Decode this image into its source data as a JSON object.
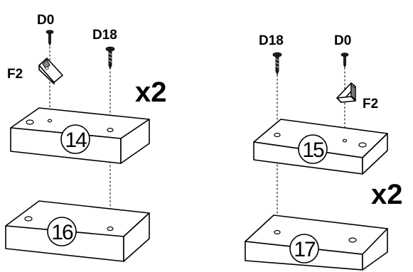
{
  "left_group": {
    "screw_small_label": "D0",
    "screw_long_label": "D18",
    "bracket_label": "F2",
    "multiplier": "x2",
    "top_board_number": "14",
    "bottom_board_number": "16"
  },
  "right_group": {
    "screw_small_label": "D0",
    "screw_long_label": "D18",
    "bracket_label": "F2",
    "multiplier": "x2",
    "top_board_number": "15",
    "bottom_board_number": "17"
  }
}
